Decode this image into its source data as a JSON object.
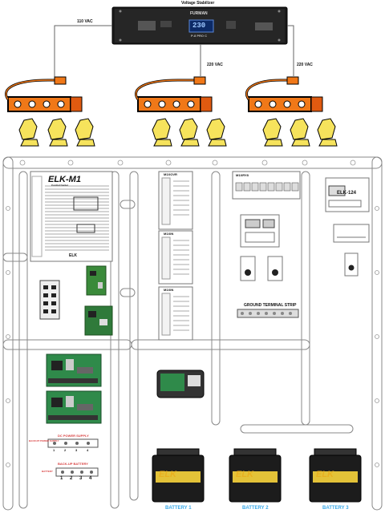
{
  "stabilizer": {
    "caption": "Voltage Stabilizer",
    "brand": "FURMAN",
    "model": "P-8 PRO C",
    "display": "230",
    "line_label": "110 VAC"
  },
  "outputs": [
    {
      "label": "220 VAC"
    },
    {
      "label": "220 VAC"
    }
  ],
  "elk_m1": {
    "title": "ELK-M1",
    "subtitle": "Control Center",
    "footer": "ELK"
  },
  "expanders": [
    {
      "title": "M1XOVR"
    },
    {
      "title": "M1XIN"
    },
    {
      "title": "M1XIN"
    }
  ],
  "relay_board": {
    "label": "M1XRY8"
  },
  "elk124": {
    "title": "ELK-124"
  },
  "ground_strip": {
    "label": "GROUND TERMINAL STRIP"
  },
  "dc_supply": {
    "label": "DC POWER SUPPLY",
    "side": "BACKUP POWER SUPPLY",
    "terminals": [
      "1",
      "2",
      "3",
      "4"
    ]
  },
  "backup_battery": {
    "label": "BACK-UP BATTERY",
    "side": "BATTERY",
    "terminals": [
      "1",
      "2",
      "3",
      "4"
    ]
  },
  "batteries": [
    {
      "brand": "ELK",
      "label": "BATTERY 1"
    },
    {
      "brand": "ELK",
      "label": "BATTERY 2"
    },
    {
      "brand": "ELK",
      "label": "BATTERY 3"
    }
  ],
  "colors": {
    "orange": "#f07818",
    "yellow": "#f6e35c",
    "battery_label": "#38a8e8",
    "dc_red": "#d84040"
  }
}
